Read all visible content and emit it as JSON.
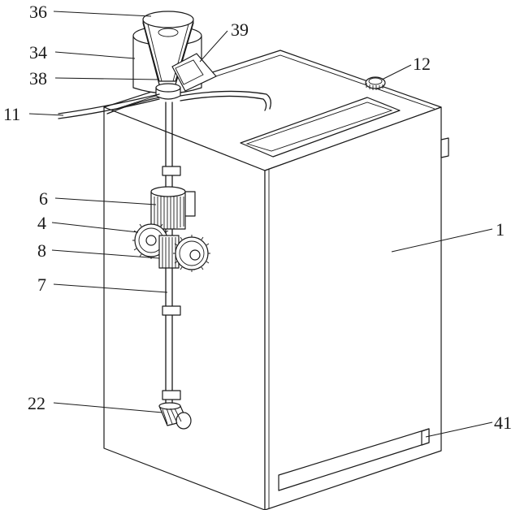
{
  "callouts": [
    {
      "id": "c36",
      "text": "36"
    },
    {
      "id": "c39",
      "text": "39"
    },
    {
      "id": "c34",
      "text": "34"
    },
    {
      "id": "c38",
      "text": "38"
    },
    {
      "id": "c12",
      "text": "12"
    },
    {
      "id": "c11",
      "text": "11"
    },
    {
      "id": "c6",
      "text": "6"
    },
    {
      "id": "c4",
      "text": "4"
    },
    {
      "id": "c8",
      "text": "8"
    },
    {
      "id": "c1",
      "text": "1"
    },
    {
      "id": "c7",
      "text": "7"
    },
    {
      "id": "c22",
      "text": "22"
    },
    {
      "id": "c41",
      "text": "41"
    }
  ]
}
